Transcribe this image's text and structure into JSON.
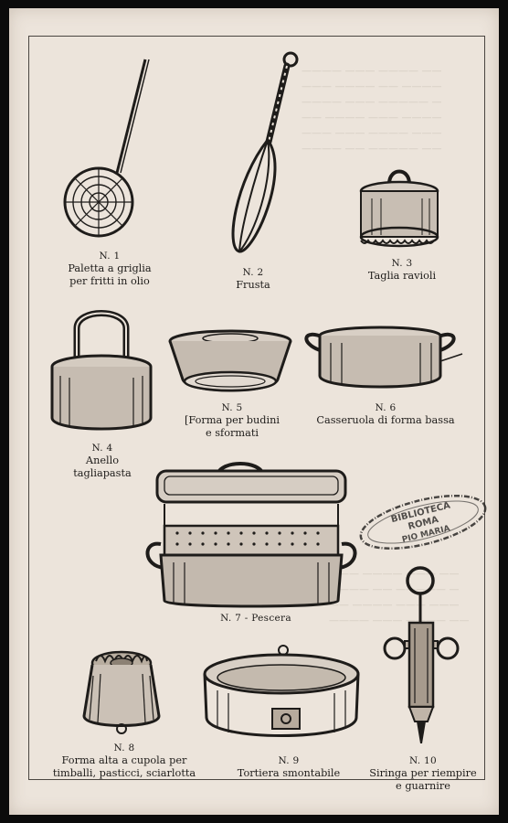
{
  "items": [
    {
      "num": "N. 1",
      "lines": [
        "Paletta a griglia",
        "per fritti in olio"
      ]
    },
    {
      "num": "N. 2",
      "lines": [
        "Frusta"
      ]
    },
    {
      "num": "N. 3",
      "lines": [
        "Taglia ravioli"
      ]
    },
    {
      "num": "N. 4",
      "lines": [
        "Anello",
        "tagliapasta"
      ]
    },
    {
      "num": "N. 5",
      "lines": [
        "[Forma per budini",
        "e sformati"
      ]
    },
    {
      "num": "N. 6",
      "lines": [
        "Casseruola di forma bassa"
      ]
    },
    {
      "num": "N. 7 - Pescera",
      "lines": []
    },
    {
      "num": "N. 8",
      "lines": [
        "Forma alta a cupola per",
        "timballi, pasticci, sciarlotta"
      ]
    },
    {
      "num": "N. 9",
      "lines": [
        "Tortiera smontabile"
      ]
    },
    {
      "num": "N. 10",
      "lines": [
        "Siringa per riempire",
        "e guarnire"
      ]
    }
  ],
  "stamp": {
    "line1": "BIBLIOTECA",
    "line2": "ROMA",
    "line3": "PIO MARIA"
  },
  "colors": {
    "paper": "#ece4db",
    "ink": "#1e1c1a",
    "frame": "#0b0b0b"
  }
}
